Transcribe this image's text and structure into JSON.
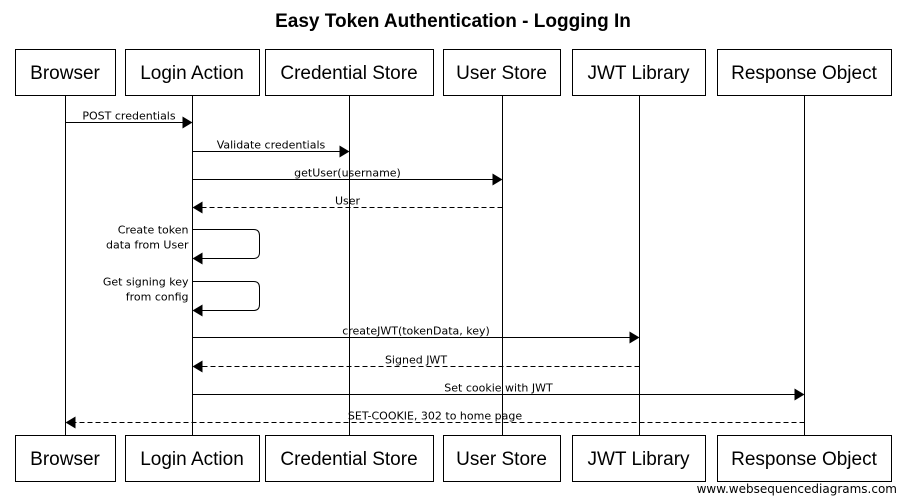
{
  "title": "Easy Token Authentication - Logging In",
  "footer": "www.websequencediagrams.com",
  "participants": [
    {
      "id": "browser",
      "label": "Browser"
    },
    {
      "id": "login",
      "label": "Login Action"
    },
    {
      "id": "cred",
      "label": "Credential Store"
    },
    {
      "id": "user",
      "label": "User Store"
    },
    {
      "id": "jwt",
      "label": "JWT Library"
    },
    {
      "id": "resp",
      "label": "Response Object"
    }
  ],
  "messages": [
    {
      "from": "browser",
      "to": "login",
      "label": "POST credentials",
      "style": "solid"
    },
    {
      "from": "login",
      "to": "cred",
      "label": "Validate credentials",
      "style": "solid"
    },
    {
      "from": "login",
      "to": "user",
      "label": "getUser(username)",
      "style": "solid"
    },
    {
      "from": "user",
      "to": "login",
      "label": "User",
      "style": "dashed"
    },
    {
      "from": "login",
      "to": "login",
      "label": [
        "Create token",
        "data from User"
      ],
      "style": "solid"
    },
    {
      "from": "login",
      "to": "login",
      "label": [
        "Get signing key",
        "from config"
      ],
      "style": "solid"
    },
    {
      "from": "login",
      "to": "jwt",
      "label": "createJWT(tokenData, key)",
      "style": "solid"
    },
    {
      "from": "jwt",
      "to": "login",
      "label": "Signed JWT",
      "style": "dashed"
    },
    {
      "from": "login",
      "to": "resp",
      "label": "Set cookie with JWT",
      "style": "solid"
    },
    {
      "from": "resp",
      "to": "browser",
      "label": "SET-COOKIE, 302 to home page",
      "style": "dashed"
    }
  ]
}
